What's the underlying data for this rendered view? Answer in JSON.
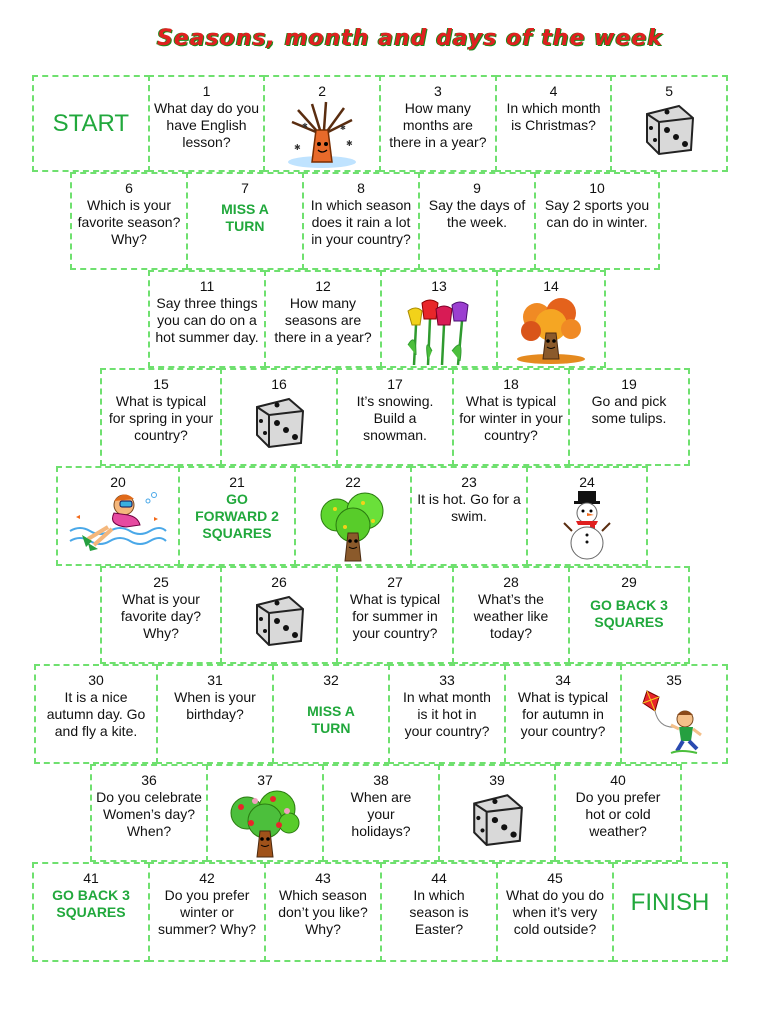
{
  "title": "Seasons, month and days of the week",
  "squares": {
    "start": "START",
    "finish": "FINISH",
    "s1": {
      "n": "1",
      "text": "What day do you have English lesson?"
    },
    "s2": {
      "n": "2"
    },
    "s3": {
      "n": "3",
      "text": "How many months are there in a year?"
    },
    "s4": {
      "n": "4",
      "text": "In which month is Christmas?"
    },
    "s5": {
      "n": "5"
    },
    "s6": {
      "n": "6",
      "text": "Which is your favorite season? Why?"
    },
    "s7": {
      "n": "7",
      "text": "MISS A TURN"
    },
    "s8": {
      "n": "8",
      "text": "In which season does it rain a lot in your country?"
    },
    "s9": {
      "n": "9",
      "text": "Say the days of the week."
    },
    "s10": {
      "n": "10",
      "text": "Say 2 sports you can do in winter."
    },
    "s11": {
      "n": "11",
      "text": "Say three things you can do on a hot summer day."
    },
    "s12": {
      "n": "12",
      "text": "How many seasons are there in a year?"
    },
    "s13": {
      "n": "13"
    },
    "s14": {
      "n": "14"
    },
    "s15": {
      "n": "15",
      "text": "What is typical for spring in your country?"
    },
    "s16": {
      "n": "16"
    },
    "s17": {
      "n": "17",
      "text": "It’s snowing. Build a snowman."
    },
    "s18": {
      "n": "18",
      "text": "What is typical for winter in your country?"
    },
    "s19": {
      "n": "19",
      "text": "Go and pick some tulips."
    },
    "s20": {
      "n": "20"
    },
    "s21": {
      "n": "21",
      "text": "GO FORWARD 2 SQUARES"
    },
    "s22": {
      "n": "22"
    },
    "s23": {
      "n": "23",
      "text": "It is hot. Go for a swim."
    },
    "s24": {
      "n": "24"
    },
    "s25": {
      "n": "25",
      "text": "What is your favorite day? Why?"
    },
    "s26": {
      "n": "26"
    },
    "s27": {
      "n": "27",
      "text": "What is typical for summer in your country?"
    },
    "s28": {
      "n": "28",
      "text": "What’s the weather like today?"
    },
    "s29": {
      "n": "29",
      "text": "GO BACK 3 SQUARES"
    },
    "s30": {
      "n": "30",
      "text": "It is a nice autumn day. Go and fly a kite."
    },
    "s31": {
      "n": "31",
      "text": "When is your birthday?"
    },
    "s32": {
      "n": "32",
      "text": "MISS A TURN"
    },
    "s33": {
      "n": "33",
      "text": "In what month is it hot in your country?"
    },
    "s34": {
      "n": "34",
      "text": "What is typical for autumn in your country?"
    },
    "s35": {
      "n": "35"
    },
    "s36": {
      "n": "36",
      "text": "Do you celebrate Women’s day? When?"
    },
    "s37": {
      "n": "37"
    },
    "s38": {
      "n": "38",
      "text": "When are your holidays?"
    },
    "s39": {
      "n": "39"
    },
    "s40": {
      "n": "40",
      "text": "Do you prefer hot or cold weather?"
    },
    "s41": {
      "n": "41",
      "text": "GO BACK 3 SQUARES"
    },
    "s42": {
      "n": "42",
      "text": "Do you prefer winter or summer? Why?"
    },
    "s43": {
      "n": "43",
      "text": "Which season don’t you like? Why?"
    },
    "s44": {
      "n": "44",
      "text": "In which season is Easter?"
    },
    "s45": {
      "n": "45",
      "text": "What do you do when it’s very cold outside?"
    }
  },
  "icons": {
    "dice": "dice-icon",
    "winter_tree": "winter-tree-icon",
    "tulips": "tulips-icon",
    "autumn_tree": "autumn-tree-icon",
    "swimmer": "swimmer-icon",
    "summer_tree": "summer-tree-icon",
    "snowman": "snowman-icon",
    "kite_boy": "kite-boy-icon",
    "spring_tree": "flowering-tree-icon"
  },
  "colors": {
    "accent_green": "#21a83c",
    "border_green": "#6fe06f",
    "title_red": "#e02020"
  }
}
